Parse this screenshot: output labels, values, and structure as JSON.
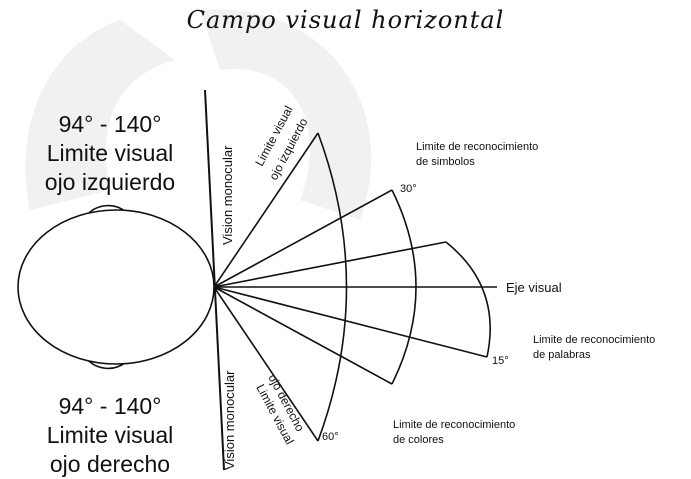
{
  "title": "Campo visual horizontal",
  "left_top": {
    "degrees": "94° - 140°",
    "line1": "Limite visual",
    "line2": "ojo izquierdo"
  },
  "left_bottom": {
    "degrees": "94° - 140°",
    "line1": "Limite visual",
    "line2": "ojo derecho"
  },
  "vision_monocular": "Vision monocular",
  "diag_left": {
    "line1": "Limite visual",
    "line2": "ojo izquierdo"
  },
  "diag_right": {
    "line1": "Limite visual",
    "line2": "ojo derecho"
  },
  "simbolos": {
    "line1": "Limite de reconocimiento",
    "line2": "de simbolos"
  },
  "palabras": {
    "line1": "Limite de reconocimiento",
    "line2": "de palabras"
  },
  "colores": {
    "line1": "Limite de reconocimiento",
    "line2": "de colores"
  },
  "eje_visual": "Eje visual",
  "angles": {
    "a30": "30°",
    "a15": "15°",
    "a60": "60°"
  },
  "colors": {
    "ink": "#111111",
    "watermark": "#f1f1f1"
  }
}
